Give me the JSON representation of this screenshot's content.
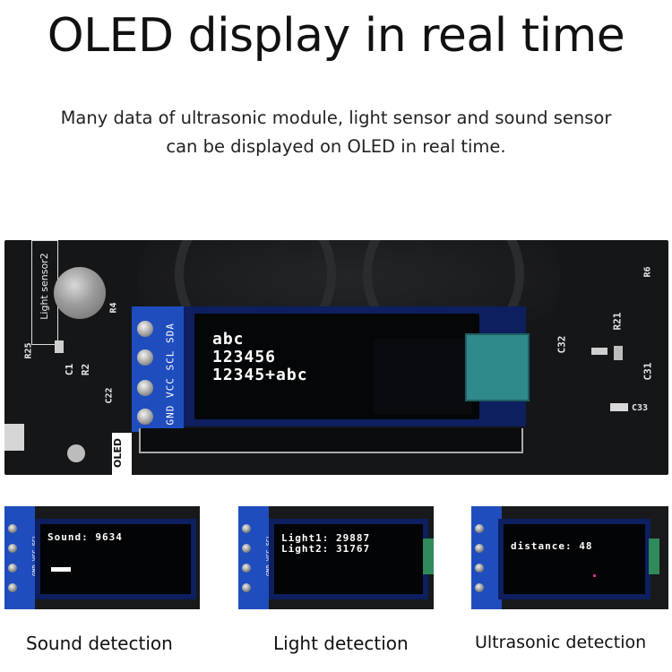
{
  "title": "OLED display in real time",
  "subtitle": {
    "line1": "Many data of ultrasonic module, light sensor and sound sensor",
    "line2": "can be displayed on OLED in real time."
  },
  "board": {
    "light_sensor_label": "Light sensor2",
    "pins_label": "GND VCC SCL SDA",
    "oled_label": "OLED",
    "oled_lines": [
      "abc",
      "123456",
      "12345+abc"
    ],
    "silk": {
      "r25": "R25",
      "c1": "C1",
      "r2": "R2",
      "r4": "R4",
      "c22": "C22",
      "r21": "R21",
      "c32": "C32",
      "c31": "C31",
      "c33": "C33",
      "r6": "R6"
    }
  },
  "thumbnails": [
    {
      "screen_text": "Sound: 9634",
      "caption": "Sound detection"
    },
    {
      "screen_text": "Light1: 29887\nLight2: 31767",
      "caption": "Light detection"
    },
    {
      "screen_text": "distance: 48",
      "caption": "Ultrasonic detection"
    }
  ],
  "thumb_pins_label": "GND VCC SCL SDA"
}
